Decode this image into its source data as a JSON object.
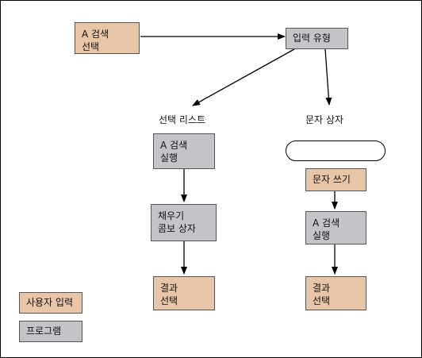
{
  "nodes": {
    "a_search_select": {
      "line1": "A 검색",
      "line2": "선택"
    },
    "input_type": {
      "text": "입력 유형"
    },
    "select_list": {
      "text": "선택 리스트"
    },
    "text_box_label": {
      "text": "문자 상자"
    },
    "a_search_run_left": {
      "line1": "A 검색",
      "line2": "실행"
    },
    "fill_combo": {
      "line1": "채우기",
      "line2": "콤보 상자"
    },
    "result_select_left": {
      "line1": "결과",
      "line2": "선택"
    },
    "write_text": {
      "text": "문자 쓰기"
    },
    "a_search_run_right": {
      "line1": "A 검색",
      "line2": "실행"
    },
    "result_select_right": {
      "line1": "결과",
      "line2": "선택"
    }
  },
  "legend": {
    "user_input": "사용자 입력",
    "program": "프로그램"
  },
  "colors": {
    "user_input": "#eac6a8",
    "program": "#c4c5c9"
  }
}
